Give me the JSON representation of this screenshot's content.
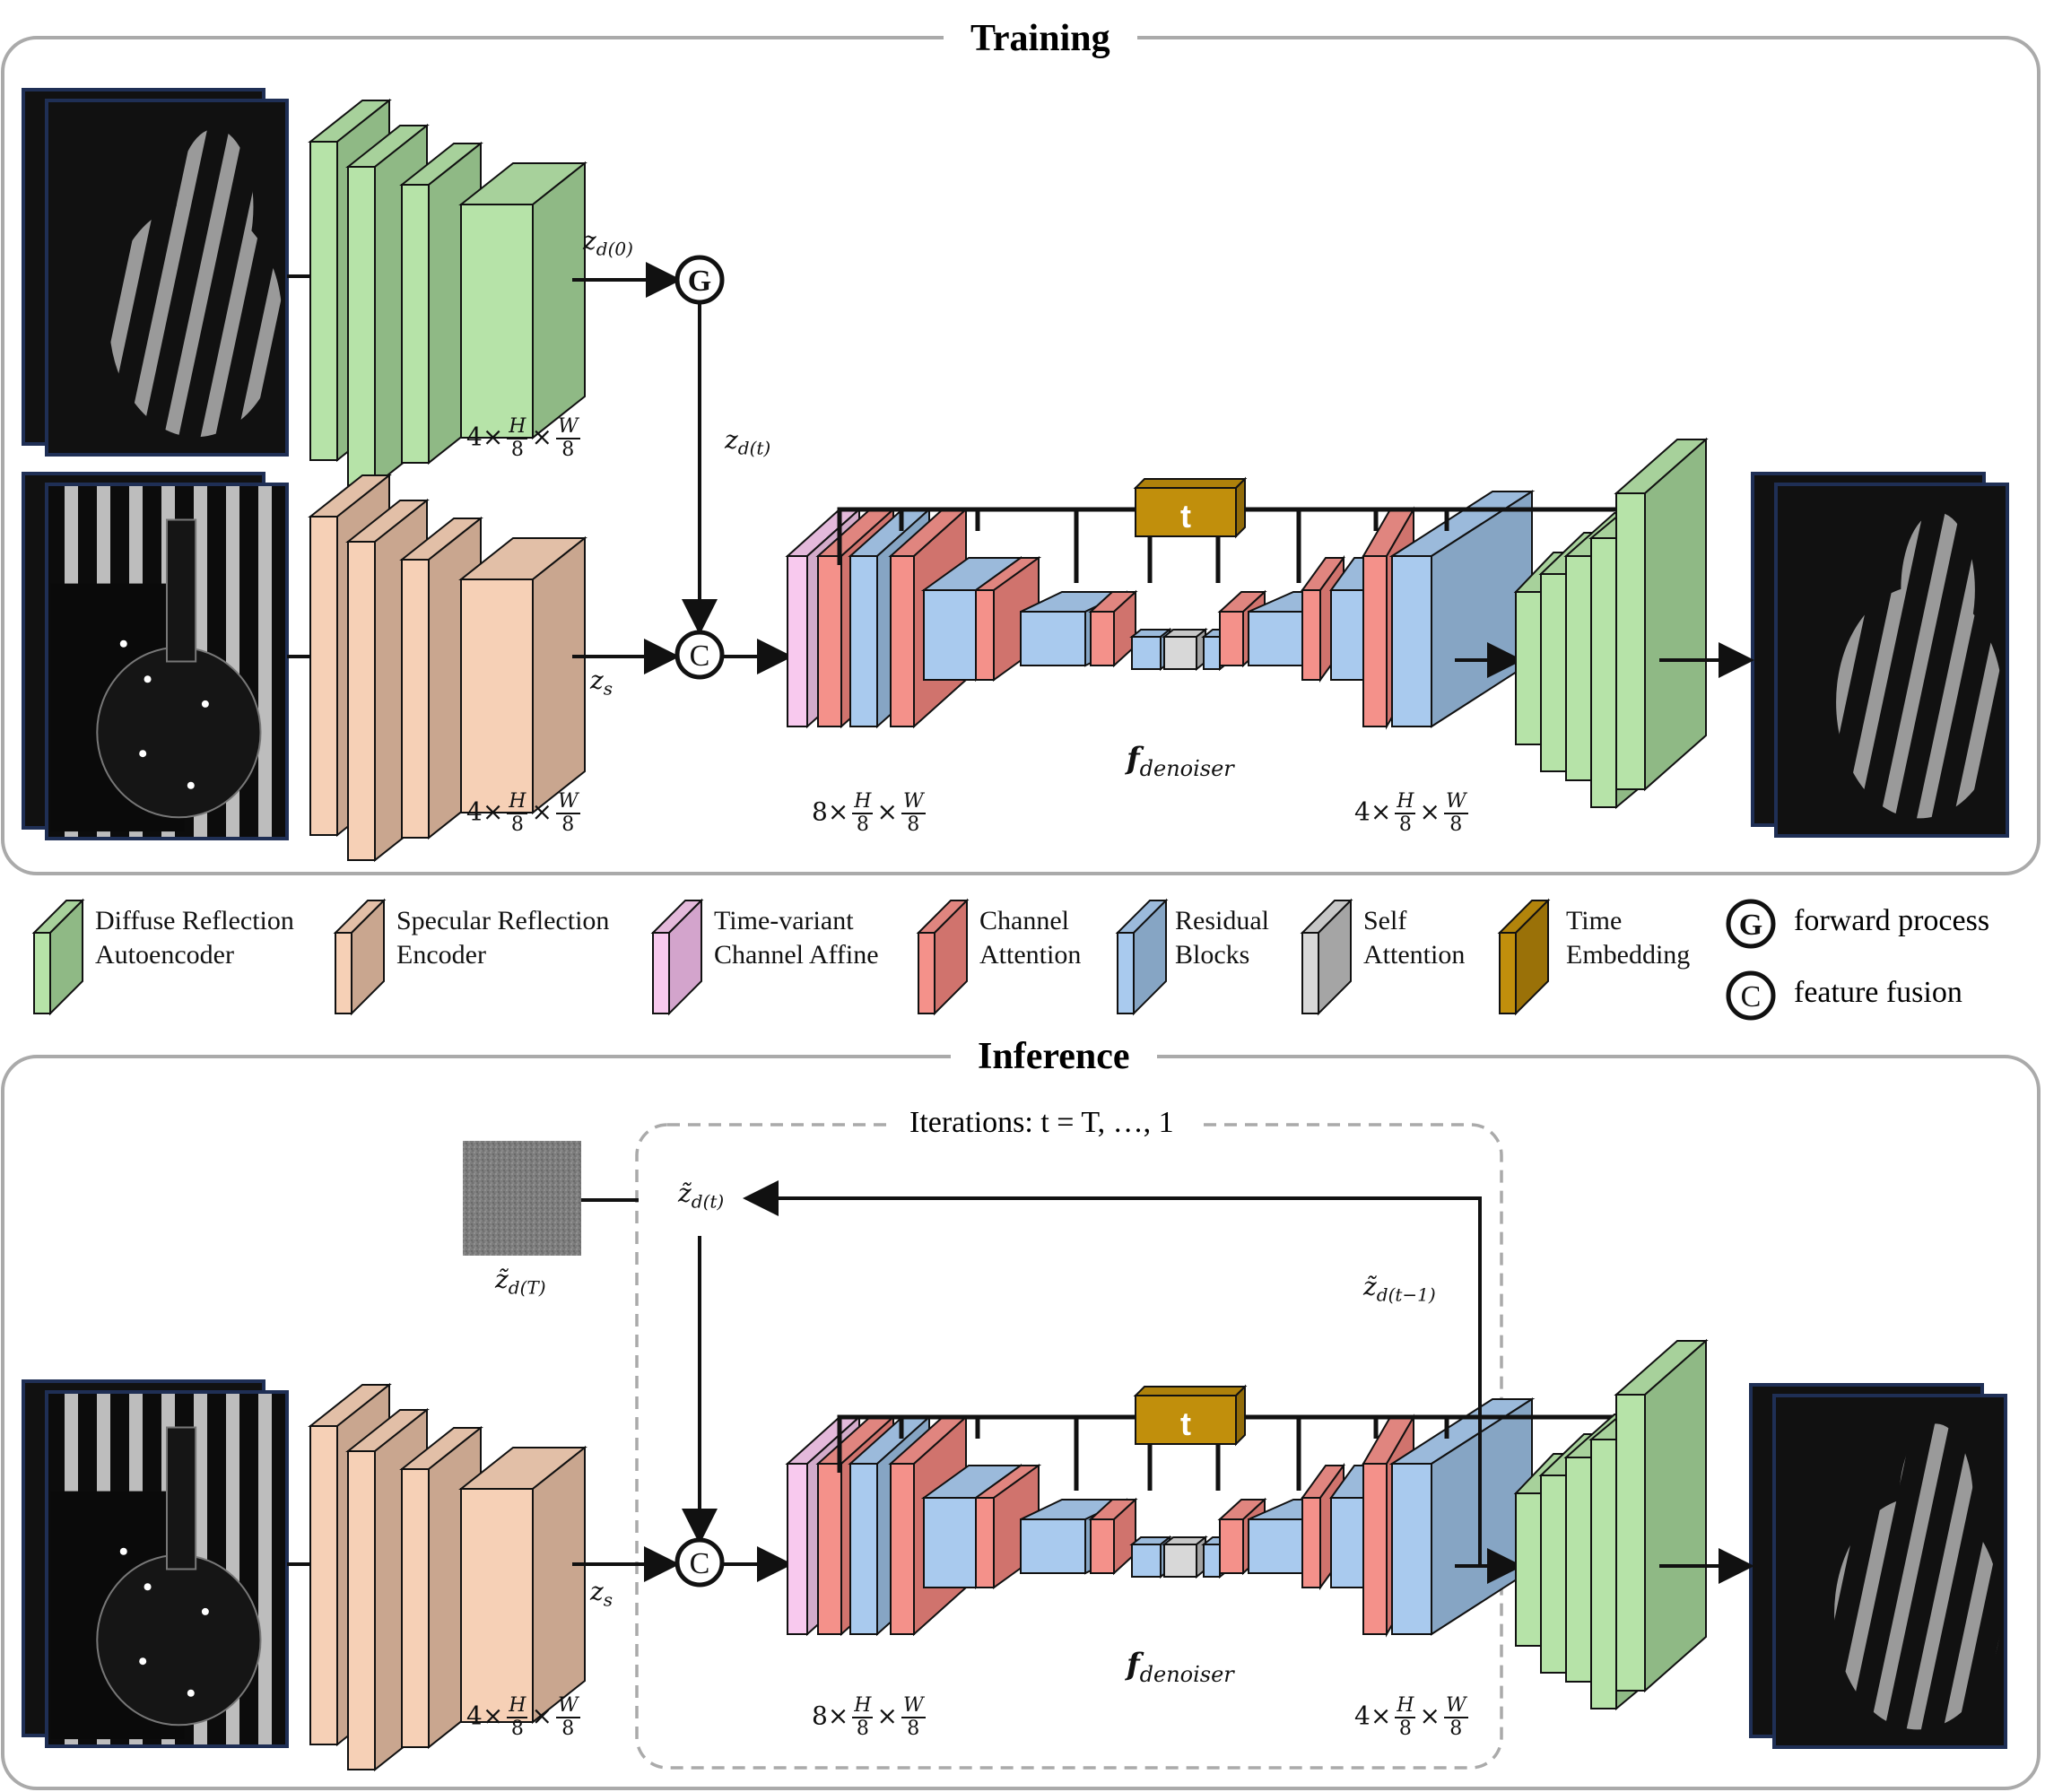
{
  "sections": {
    "training": "Training",
    "inference": "Inference"
  },
  "iterations_label": "Iterations: t = T, …, 1",
  "labels": {
    "z_d0": "z d(0)",
    "z_dt": "z d(t)",
    "z_s_train": "z s",
    "z_s_infer": "z s",
    "zt_dt": "z̃ d(t)",
    "zt_dT": "z̃ d(T)",
    "zt_dt_minus1": "z̃ d(t−1)",
    "f_denoiser_main": "f",
    "f_denoiser_sub": "denoiser",
    "time_token": "t",
    "dim_4": "4×",
    "dim_8": "8×",
    "frac_H": "H",
    "frac_W": "W",
    "frac_den": "8",
    "times": "×"
  },
  "symbols": {
    "G": "G",
    "C": "C"
  },
  "legend": [
    {
      "label_1": "Diffuse Reflection",
      "label_2": "Autoencoder",
      "color": "#b6e3a8",
      "dark": "#8fb985"
    },
    {
      "label_1": "Specular Reflection",
      "label_2": "Encoder",
      "color": "#f6d0b6",
      "dark": "#c9a68f"
    },
    {
      "label_1": "Time-variant",
      "label_2": "Channel Affine",
      "color": "#f8c9ee",
      "dark": "#d3a4cc"
    },
    {
      "label_1": "Channel",
      "label_2": "Attention",
      "color": "#f4918a",
      "dark": "#d0736d"
    },
    {
      "label_1": "Residual",
      "label_2": "Blocks",
      "color": "#a9caee",
      "dark": "#86a5c4"
    },
    {
      "label_1": "Self",
      "label_2": "Attention",
      "color": "#d8d8d8",
      "dark": "#a5a5a5"
    },
    {
      "label_1": "Time",
      "label_2": "Embedding",
      "color": "#c18f0c",
      "dark": "#9a7108"
    }
  ],
  "symbol_legend": [
    {
      "symbol": "G",
      "label": "forward process"
    },
    {
      "symbol": "C",
      "label": "feature fusion"
    }
  ],
  "colors": {
    "green": "#b6e3a8",
    "green_dark": "#8fb985",
    "peach": "#f6d0b6",
    "peach_dark": "#c9a68f",
    "pink": "#f8c9ee",
    "red": "#f4918a",
    "red_dark": "#d0736d",
    "blue": "#a9caee",
    "blue_dark": "#86a5c4",
    "gray": "#d8d8d8",
    "gold": "#c18f0c",
    "frame": "#aaaaaa",
    "line": "#111111",
    "navy": "#1f2f55"
  }
}
